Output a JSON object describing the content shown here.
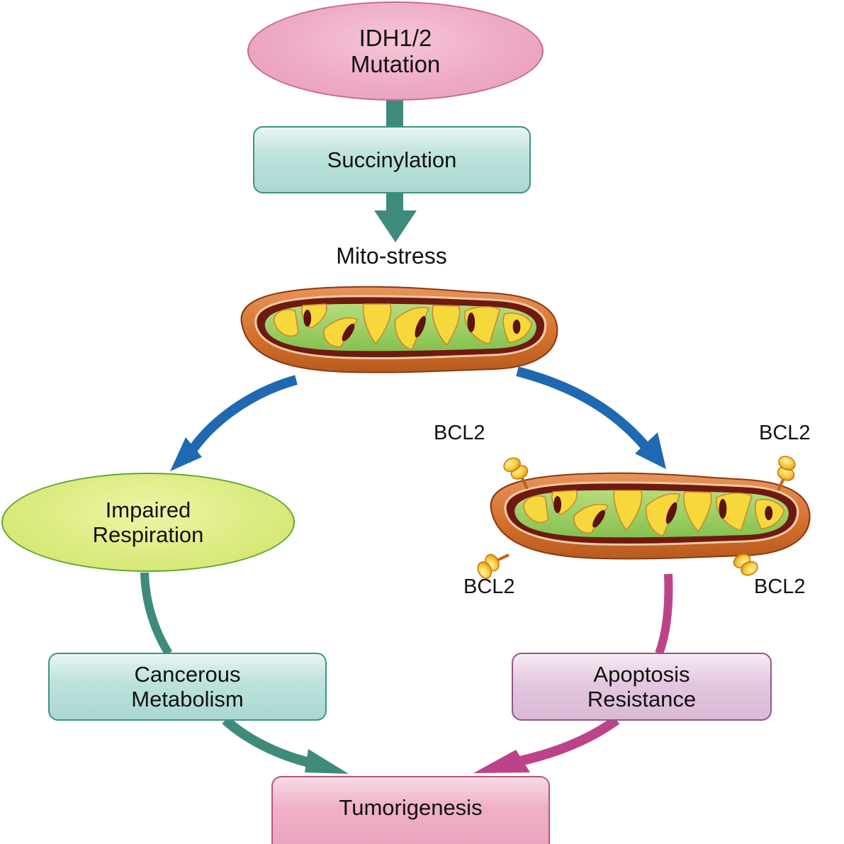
{
  "diagram": {
    "type": "pathway-flowchart",
    "colors": {
      "teal_arrow": "#3e8b7c",
      "blue_arrow": "#1f69b3",
      "magenta_arrow": "#bd4389",
      "pink_node": "#eeaac5",
      "teal_node": "#b3dcd6",
      "green_node": "#d9ea7c",
      "mauve_node": "#dfc0db",
      "tumor_node": "#eda9c2",
      "mito_outer": "#d97a36",
      "mito_matrix": "#9ccc65",
      "mito_cristae": "#f5d63a",
      "bcl2_ball": "#f6c23a"
    },
    "nodes": {
      "idh": {
        "line1": "IDH1/2",
        "line2": "Mutation"
      },
      "succinylation": {
        "label": "Succinylation"
      },
      "mito_stress": {
        "label": "Mito-stress"
      },
      "impaired": {
        "line1": "Impaired",
        "line2": "Respiration"
      },
      "cancerous": {
        "line1": "Cancerous",
        "line2": "Metabolism"
      },
      "apoptosis": {
        "line1": "Apoptosis",
        "line2": "Resistance"
      },
      "tumorigenesis": {
        "label": "Tumorigenesis"
      }
    },
    "bcl2_labels": [
      "BCL2",
      "BCL2",
      "BCL2",
      "BCL2"
    ],
    "edges": [
      {
        "from": "IDH1/2 Mutation",
        "to": "Succinylation",
        "color": "teal"
      },
      {
        "from": "Succinylation",
        "to": "Mito-stress",
        "color": "teal"
      },
      {
        "from": "Mito-stress",
        "to": "Impaired Respiration",
        "color": "blue"
      },
      {
        "from": "Mito-stress",
        "to": "BCL2 mitochondrion",
        "color": "blue"
      },
      {
        "from": "Impaired Respiration",
        "to": "Cancerous Metabolism",
        "color": "teal"
      },
      {
        "from": "BCL2 mitochondrion",
        "to": "Apoptosis Resistance",
        "color": "magenta"
      },
      {
        "from": "Cancerous Metabolism",
        "to": "Tumorigenesis",
        "color": "teal"
      },
      {
        "from": "Apoptosis Resistance",
        "to": "Tumorigenesis",
        "color": "magenta"
      }
    ]
  }
}
